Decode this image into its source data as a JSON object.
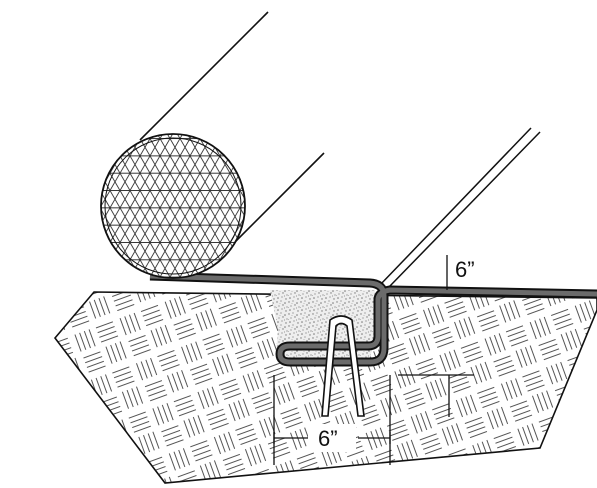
{
  "diagram": {
    "labels": {
      "top_dimension": "6”",
      "bottom_dimension": "6”"
    },
    "colors": {
      "line": "#111111",
      "liner": "#6b6b6b",
      "background": "#ffffff",
      "hatch": "#555555",
      "fill_speckle": "#777777"
    },
    "icons": {
      "soil": "basketweave-hatch",
      "pipe": "triangular-mesh-roll",
      "trench_fill": "stipple-fill",
      "anchor": "u-staple"
    }
  }
}
